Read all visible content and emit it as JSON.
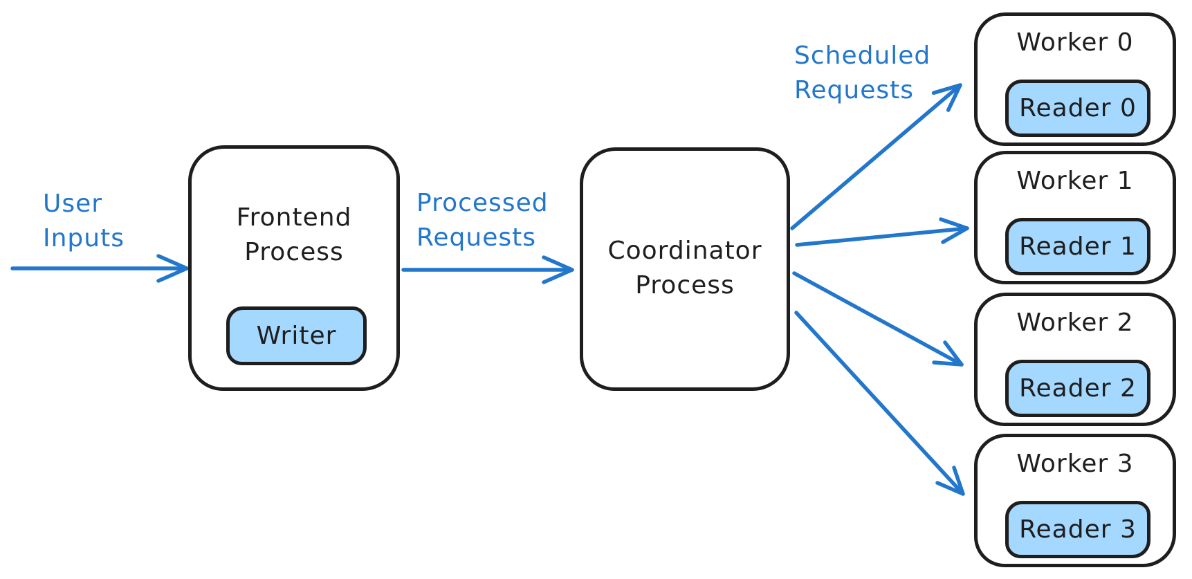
{
  "diagram": {
    "colors": {
      "background": "#ffffff",
      "ink": "#1e1e1e",
      "accent_blue": "#2277cc",
      "node_fill": "#a5d8ff"
    },
    "annotations": {
      "user_inputs": {
        "line1": "User",
        "line2": "Inputs"
      },
      "processed_requests": {
        "line1": "Processed",
        "line2": "Requests"
      },
      "scheduled_requests": {
        "line1": "Scheduled",
        "line2": "Requests"
      }
    },
    "nodes": {
      "frontend": {
        "title_line1": "Frontend",
        "title_line2": "Process",
        "child": "Writer"
      },
      "coordinator": {
        "title_line1": "Coordinator",
        "title_line2": "Process"
      },
      "workers": [
        {
          "title": "Worker 0",
          "child": "Reader 0"
        },
        {
          "title": "Worker 1",
          "child": "Reader 1"
        },
        {
          "title": "Worker 2",
          "child": "Reader 2"
        },
        {
          "title": "Worker 3",
          "child": "Reader 3"
        }
      ]
    },
    "edges": [
      {
        "from": "external",
        "to": "Frontend Process",
        "label": "User Inputs"
      },
      {
        "from": "Frontend Process",
        "to": "Coordinator Process",
        "label": "Processed Requests"
      },
      {
        "from": "Coordinator Process",
        "to": "Worker 0",
        "label": "Scheduled Requests"
      },
      {
        "from": "Coordinator Process",
        "to": "Worker 1",
        "label": "Scheduled Requests"
      },
      {
        "from": "Coordinator Process",
        "to": "Worker 2",
        "label": "Scheduled Requests"
      },
      {
        "from": "Coordinator Process",
        "to": "Worker 3",
        "label": "Scheduled Requests"
      }
    ]
  }
}
